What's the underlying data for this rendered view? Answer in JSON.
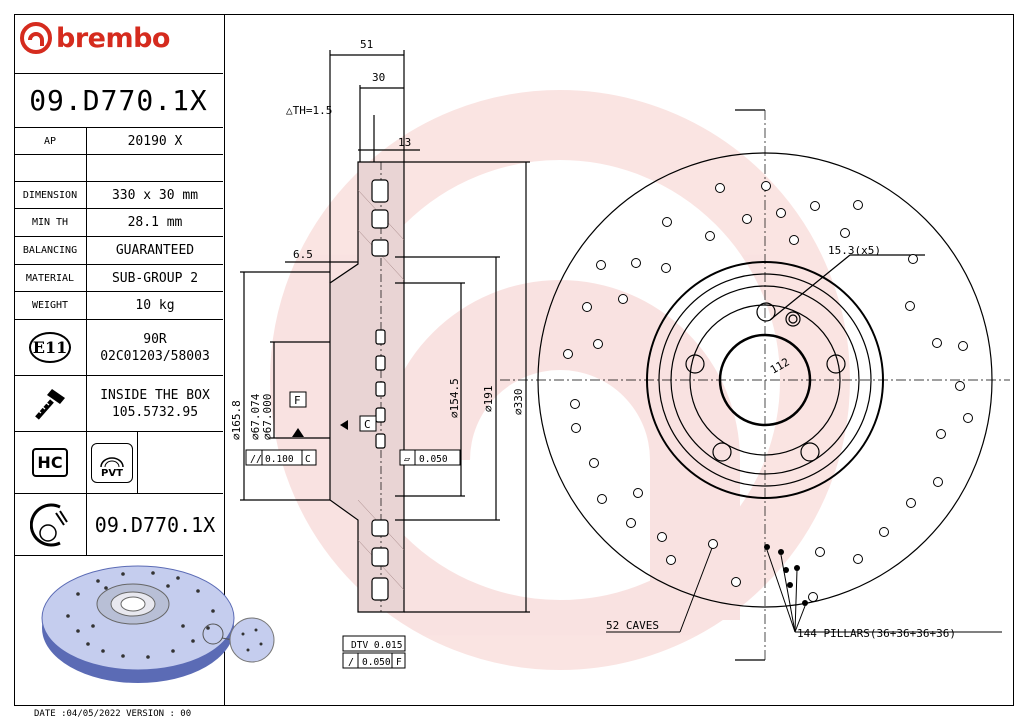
{
  "brand": {
    "name": "brembo",
    "color": "#d52b1e"
  },
  "part_number": "09.D770.1X",
  "ap": {
    "label": "AP",
    "value": "20190 X"
  },
  "specs": [
    {
      "label": "DIMENSION",
      "value": "330 x 30 mm"
    },
    {
      "label": "MIN TH",
      "value": "28.1 mm"
    },
    {
      "label": "BALANCING",
      "value": "GUARANTEED"
    },
    {
      "label": "MATERIAL",
      "value": "SUB-GROUP 2"
    },
    {
      "label": "WEIGHT",
      "value": "10 kg"
    }
  ],
  "homologation": {
    "badge": "E11",
    "line1": "90R",
    "line2": "02C01203/58003"
  },
  "inside_box": {
    "icon": "screw-icon",
    "line1": "INSIDE THE BOX",
    "line2": "105.5732.95"
  },
  "badges": {
    "hc": "HC",
    "pvt": "PVT"
  },
  "footer": "DATE :04/05/2022 VERSION : 00",
  "dimensions": {
    "d51": "51",
    "d30": "30",
    "th": "△TH=1.5",
    "d13": "13",
    "d65": "6.5",
    "dia1658": "∅165.8",
    "dia67074": "∅67.074",
    "dia67000": "∅67.000",
    "dia1545": "∅154.5",
    "dia191": "∅191",
    "dia330": "∅330",
    "datum_f": "F",
    "datum_c": "C",
    "tol_left_value": "0.100",
    "tol_left_ref": "C",
    "tol_right_value": "0.050",
    "dtv": "DTV 0.015",
    "flat_value": "0.050",
    "flat_ref": "F",
    "holes": "15.3(x5)",
    "pcd": "112",
    "caves": "52 CAVES",
    "pillars": "144 PILLARS(36+36+36+36)"
  }
}
